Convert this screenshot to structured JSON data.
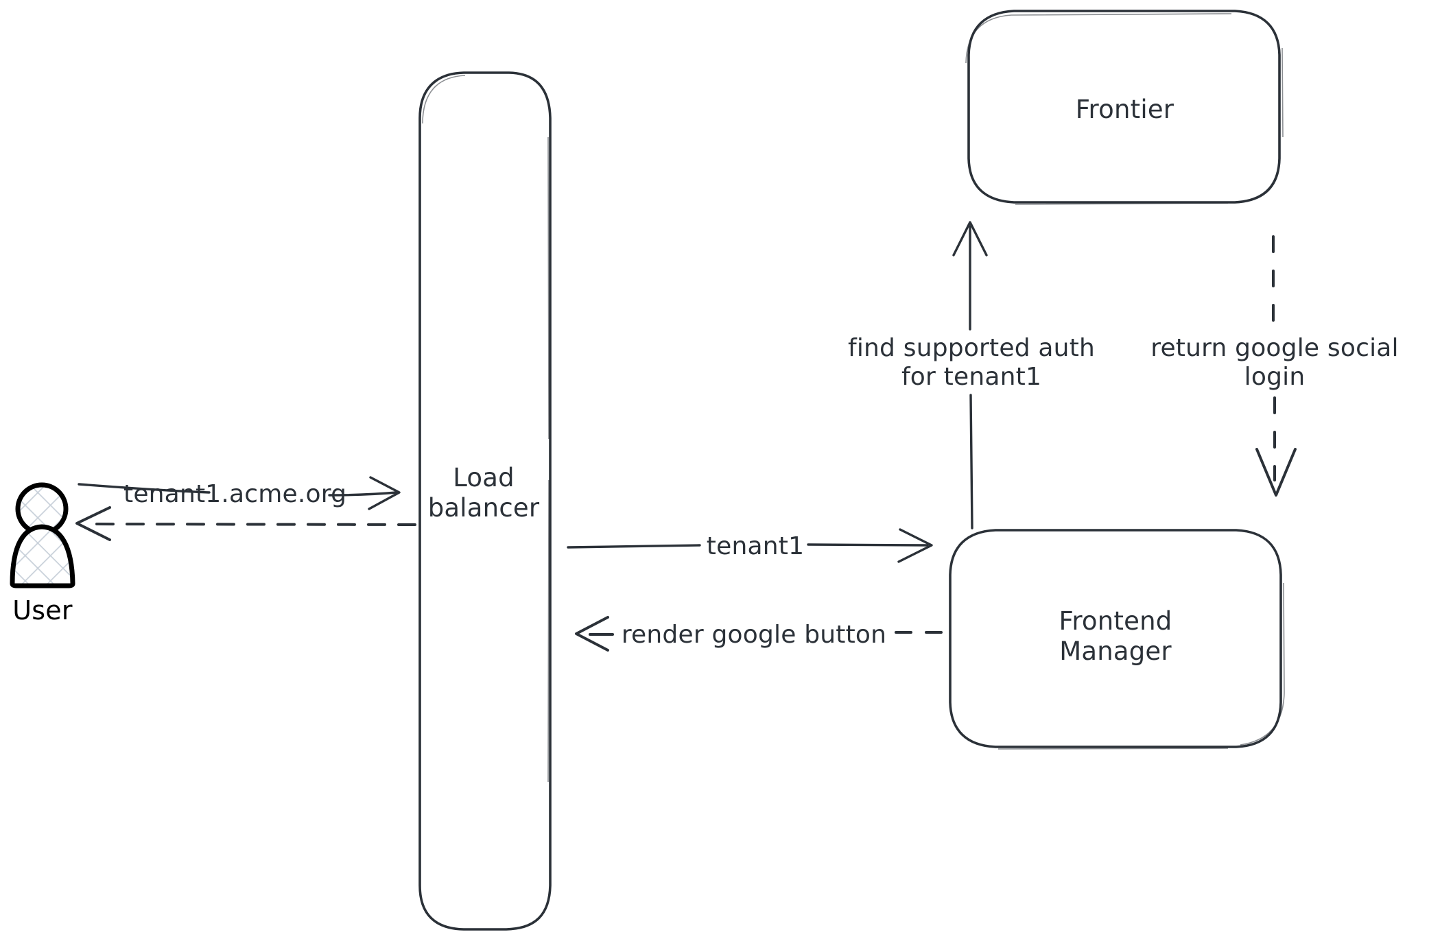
{
  "diagram": {
    "type": "architecture-flow",
    "background_color": "#ffffff",
    "stroke_color": "#2b3138",
    "actor_stroke_color": "#000000",
    "hatch_color": "#c9d1da",
    "style": "hand-drawn",
    "actors": [
      {
        "id": "user",
        "label": "User",
        "shape": "person",
        "fill": "crosshatch"
      }
    ],
    "nodes": [
      {
        "id": "load-balancer",
        "label": "Load\nbalancer",
        "label_line1": "Load",
        "label_line2": "balancer",
        "shape": "rounded-rectangle-tall"
      },
      {
        "id": "frontier",
        "label": "Frontier",
        "shape": "rounded-rectangle"
      },
      {
        "id": "frontend-manager",
        "label": "Frontend\nManager",
        "label_line1": "Frontend",
        "label_line2": "Manager",
        "shape": "rounded-rectangle"
      }
    ],
    "edges": [
      {
        "id": "user-to-lb",
        "label": "tenant1.acme.org",
        "from": "user",
        "to": "load-balancer",
        "direction": "right",
        "line": "solid"
      },
      {
        "id": "lb-to-user",
        "label": "",
        "from": "load-balancer",
        "to": "user",
        "direction": "left",
        "line": "dashed"
      },
      {
        "id": "lb-to-fm",
        "label": "tenant1",
        "from": "load-balancer",
        "to": "frontend-manager",
        "direction": "right",
        "line": "solid"
      },
      {
        "id": "fm-to-lb",
        "label": "render google button",
        "from": "frontend-manager",
        "to": "load-balancer",
        "direction": "left",
        "line": "dashed"
      },
      {
        "id": "fm-to-frontier",
        "label": "find supported auth\nfor tenant1",
        "label_line1": "find supported auth",
        "label_line2": "for tenant1",
        "from": "frontend-manager",
        "to": "frontier",
        "direction": "up",
        "line": "solid"
      },
      {
        "id": "frontier-to-fm",
        "label": "return google social\nlogin",
        "label_line1": "return google social",
        "label_line2": "login",
        "from": "frontier",
        "to": "frontend-manager",
        "direction": "down",
        "line": "dashed"
      }
    ]
  }
}
